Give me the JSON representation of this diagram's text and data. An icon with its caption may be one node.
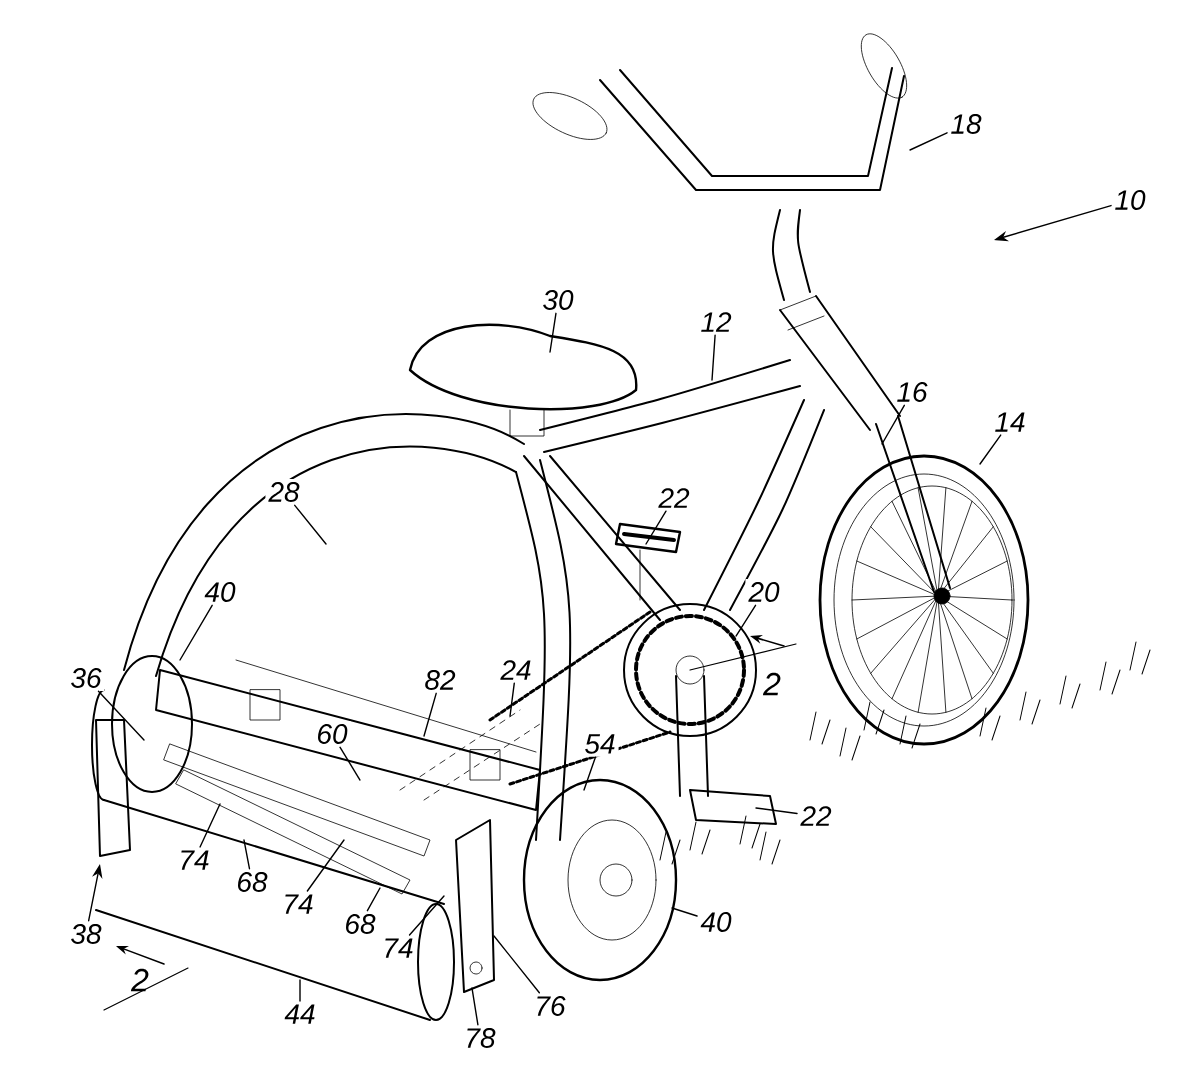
{
  "diagram": {
    "nodes": [
      {
        "text": [
          "18"
        ]
      },
      {
        "text": [
          "10"
        ]
      },
      {
        "text": [
          "30"
        ]
      },
      {
        "text": [
          "12"
        ]
      },
      {
        "text": [
          "16"
        ]
      },
      {
        "text": [
          "14"
        ]
      },
      {
        "text": [
          "28"
        ]
      },
      {
        "text": [
          "22"
        ]
      },
      {
        "text": [
          "20"
        ]
      },
      {
        "text": [
          "40"
        ]
      },
      {
        "text": [
          "36"
        ]
      },
      {
        "text": [
          "82"
        ]
      },
      {
        "text": [
          "24"
        ]
      },
      {
        "text": [
          "60"
        ]
      },
      {
        "text": [
          "54"
        ]
      },
      {
        "text": [
          "22"
        ]
      },
      {
        "text": [
          "74"
        ]
      },
      {
        "text": [
          "68"
        ]
      },
      {
        "text": [
          "74"
        ]
      },
      {
        "text": [
          "68"
        ]
      },
      {
        "text": [
          "74"
        ]
      },
      {
        "text": [
          "40"
        ]
      },
      {
        "text": [
          "38"
        ]
      },
      {
        "text": [
          "44"
        ]
      },
      {
        "text": [
          "76"
        ]
      },
      {
        "text": [
          "78"
        ]
      }
    ],
    "edges": [
      {
        "from": 0,
        "to": null,
        "arrow": "none"
      },
      {
        "from": 1,
        "to": null,
        "arrow": "to"
      },
      {
        "from": 2,
        "to": null,
        "arrow": "none"
      },
      {
        "from": 3,
        "to": null,
        "arrow": "none"
      },
      {
        "from": 4,
        "to": null,
        "arrow": "none"
      },
      {
        "from": 5,
        "to": null,
        "arrow": "none"
      },
      {
        "from": 6,
        "to": null,
        "arrow": "none"
      },
      {
        "from": 7,
        "to": null,
        "arrow": "none"
      },
      {
        "from": 8,
        "to": null,
        "arrow": "none"
      },
      {
        "from": 9,
        "to": null,
        "arrow": "none"
      },
      {
        "from": 10,
        "to": null,
        "arrow": "none"
      },
      {
        "from": 11,
        "to": null,
        "arrow": "none"
      },
      {
        "from": 12,
        "to": null,
        "arrow": "none"
      },
      {
        "from": 13,
        "to": null,
        "arrow": "none"
      },
      {
        "from": 14,
        "to": null,
        "arrow": "none"
      },
      {
        "from": 15,
        "to": null,
        "arrow": "none"
      },
      {
        "from": 16,
        "to": null,
        "arrow": "none"
      },
      {
        "from": 17,
        "to": null,
        "arrow": "none"
      },
      {
        "from": 18,
        "to": null,
        "arrow": "none"
      },
      {
        "from": 19,
        "to": null,
        "arrow": "none"
      },
      {
        "from": 20,
        "to": null,
        "arrow": "none"
      },
      {
        "from": 21,
        "to": null,
        "arrow": "none"
      },
      {
        "from": 22,
        "to": null,
        "arrow": "to"
      },
      {
        "from": 23,
        "to": null,
        "arrow": "none"
      },
      {
        "from": 24,
        "to": null,
        "arrow": "none"
      },
      {
        "from": 25,
        "to": null,
        "arrow": "none"
      }
    ],
    "labels": [
      "2",
      "2"
    ]
  }
}
